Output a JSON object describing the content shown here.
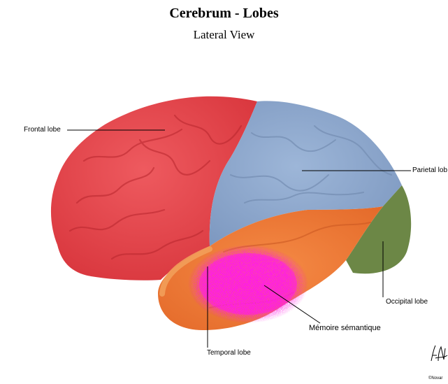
{
  "header": {
    "title": "Cerebrum - Lobes",
    "subtitle": "Lateral View"
  },
  "labels": {
    "frontal": "Frontal lobe",
    "parietal": "Parietal lob",
    "occipital": "Occipital lobe",
    "temporal": "Temporal lobe",
    "semantic_memory": "Mémoire sémantique"
  },
  "credit": {
    "copyright": "©Novar"
  },
  "colors": {
    "frontal": "#e8474d",
    "parietal": "#8ea9cf",
    "occipital": "#6c8746",
    "temporal": "#f07b3a",
    "temporal_rim": "#f2a15c",
    "semantic_highlight": "#ff1de6"
  }
}
